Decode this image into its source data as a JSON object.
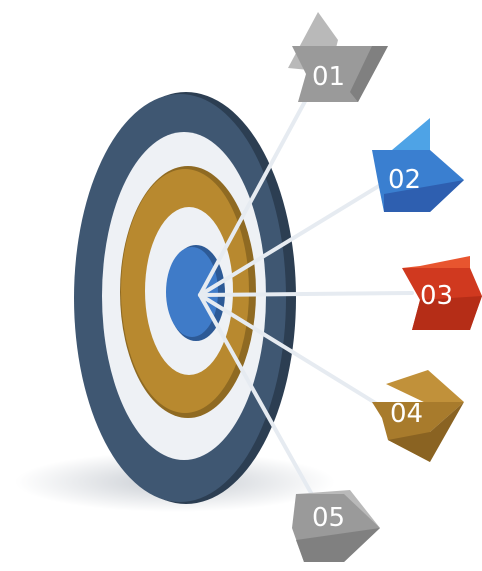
{
  "arrows": [
    {
      "label": "01",
      "color": "#9a9a9a",
      "light": "#b9b9b9",
      "dark": "#808080"
    },
    {
      "label": "02",
      "color": "#3a7fd0",
      "light": "#4ea3e6",
      "dark": "#2e5fb0"
    },
    {
      "label": "03",
      "color": "#d0391f",
      "light": "#e8552f",
      "dark": "#b52d17"
    },
    {
      "label": "04",
      "color": "#a87b2c",
      "light": "#c1913a",
      "dark": "#8a6322"
    },
    {
      "label": "05",
      "color": "#9a9a9a",
      "light": "#b9b9b9",
      "dark": "#808080"
    }
  ],
  "target": {
    "outer_ring": "#3f5772",
    "gold_ring": "#b8892f",
    "bullseye": "#3f7bc8"
  }
}
